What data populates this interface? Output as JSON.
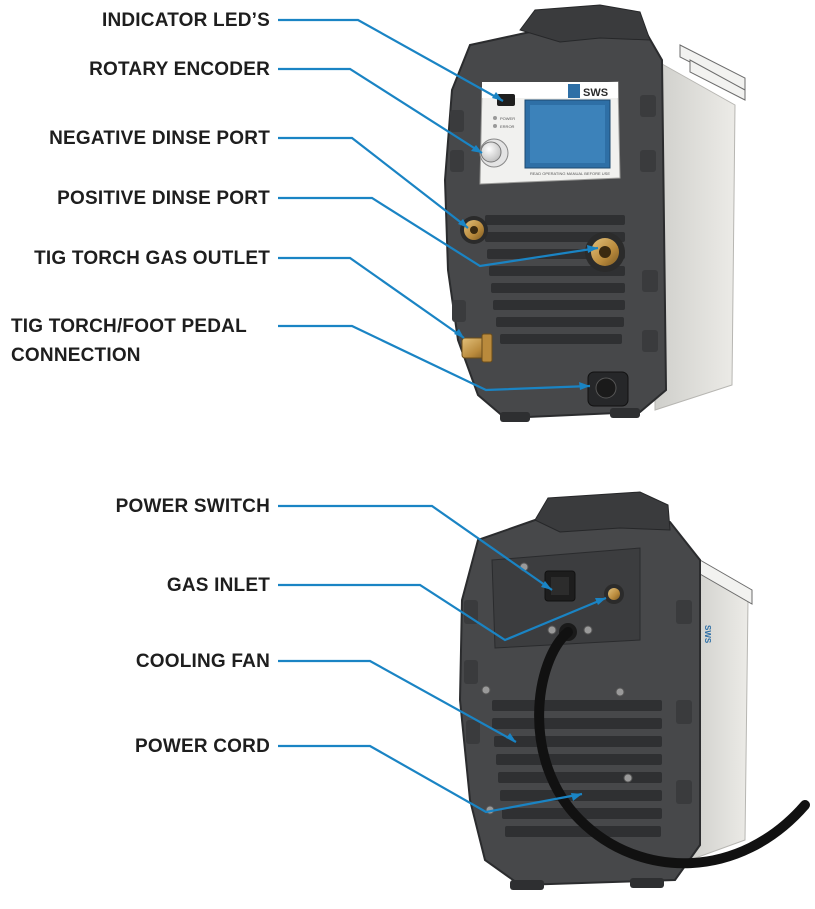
{
  "front_view": {
    "brand_text": "SWS",
    "panel_small_1": "POWER",
    "panel_small_2": "ERROR",
    "panel_footer": "READ OPERATING MANUAL BEFORE USE",
    "callouts": {
      "indicator_leds": "INDICATOR LED’S",
      "rotary_encoder": "ROTARY ENCODER",
      "negative_dinse_port": "NEGATIVE DINSE PORT",
      "positive_dinse_port": "POSITIVE DINSE PORT",
      "tig_torch_gas_outlet": "TIG TORCH GAS OUTLET",
      "tig_torch_foot_pedal_line1": "TIG TORCH/FOOT PEDAL",
      "tig_torch_foot_pedal_line2": "CONNECTION"
    }
  },
  "rear_view": {
    "side_text": "SWS",
    "callouts": {
      "power_switch": "POWER SWITCH",
      "gas_inlet": "GAS INLET",
      "cooling_fan": "COOLING FAN",
      "power_cord": "POWER CORD"
    }
  },
  "colors": {
    "leader_line": "#1a84c4",
    "housing": "#4a4b4d",
    "housing_dark": "#353638",
    "side_panel": "#e3e2de",
    "brass": "#c9a055",
    "screen": "#2e6fa6"
  }
}
